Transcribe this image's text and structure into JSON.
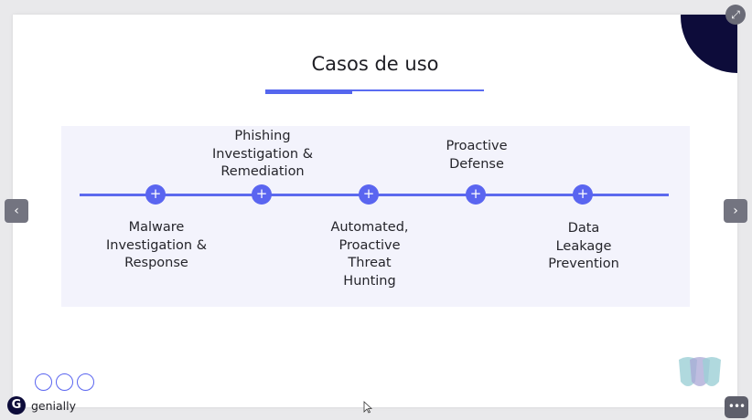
{
  "slide": {
    "title": "Casos de uso",
    "items": [
      {
        "label": "Malware\nInvestigation &\nResponse",
        "node_icon": "+"
      },
      {
        "label": "Phishing\nInvestigation &\nRemediation",
        "node_icon": "+"
      },
      {
        "label": "Automated,\nProactive\nThreat\nHunting",
        "node_icon": "+"
      },
      {
        "label": "Proactive\nDefense",
        "node_icon": "+"
      },
      {
        "label": "Data\nLeakage\nPrevention",
        "node_icon": "+"
      }
    ]
  },
  "branding": {
    "name": "genially",
    "logo_letter": "G"
  },
  "controls": {
    "prev_icon": "‹",
    "next_icon": "›",
    "fullscreen_icon": "⤢",
    "more_icon": "•••"
  },
  "colors": {
    "accent": "#5a65f0",
    "dark": "#0d0c3a",
    "panel": "#f3f3fc"
  }
}
